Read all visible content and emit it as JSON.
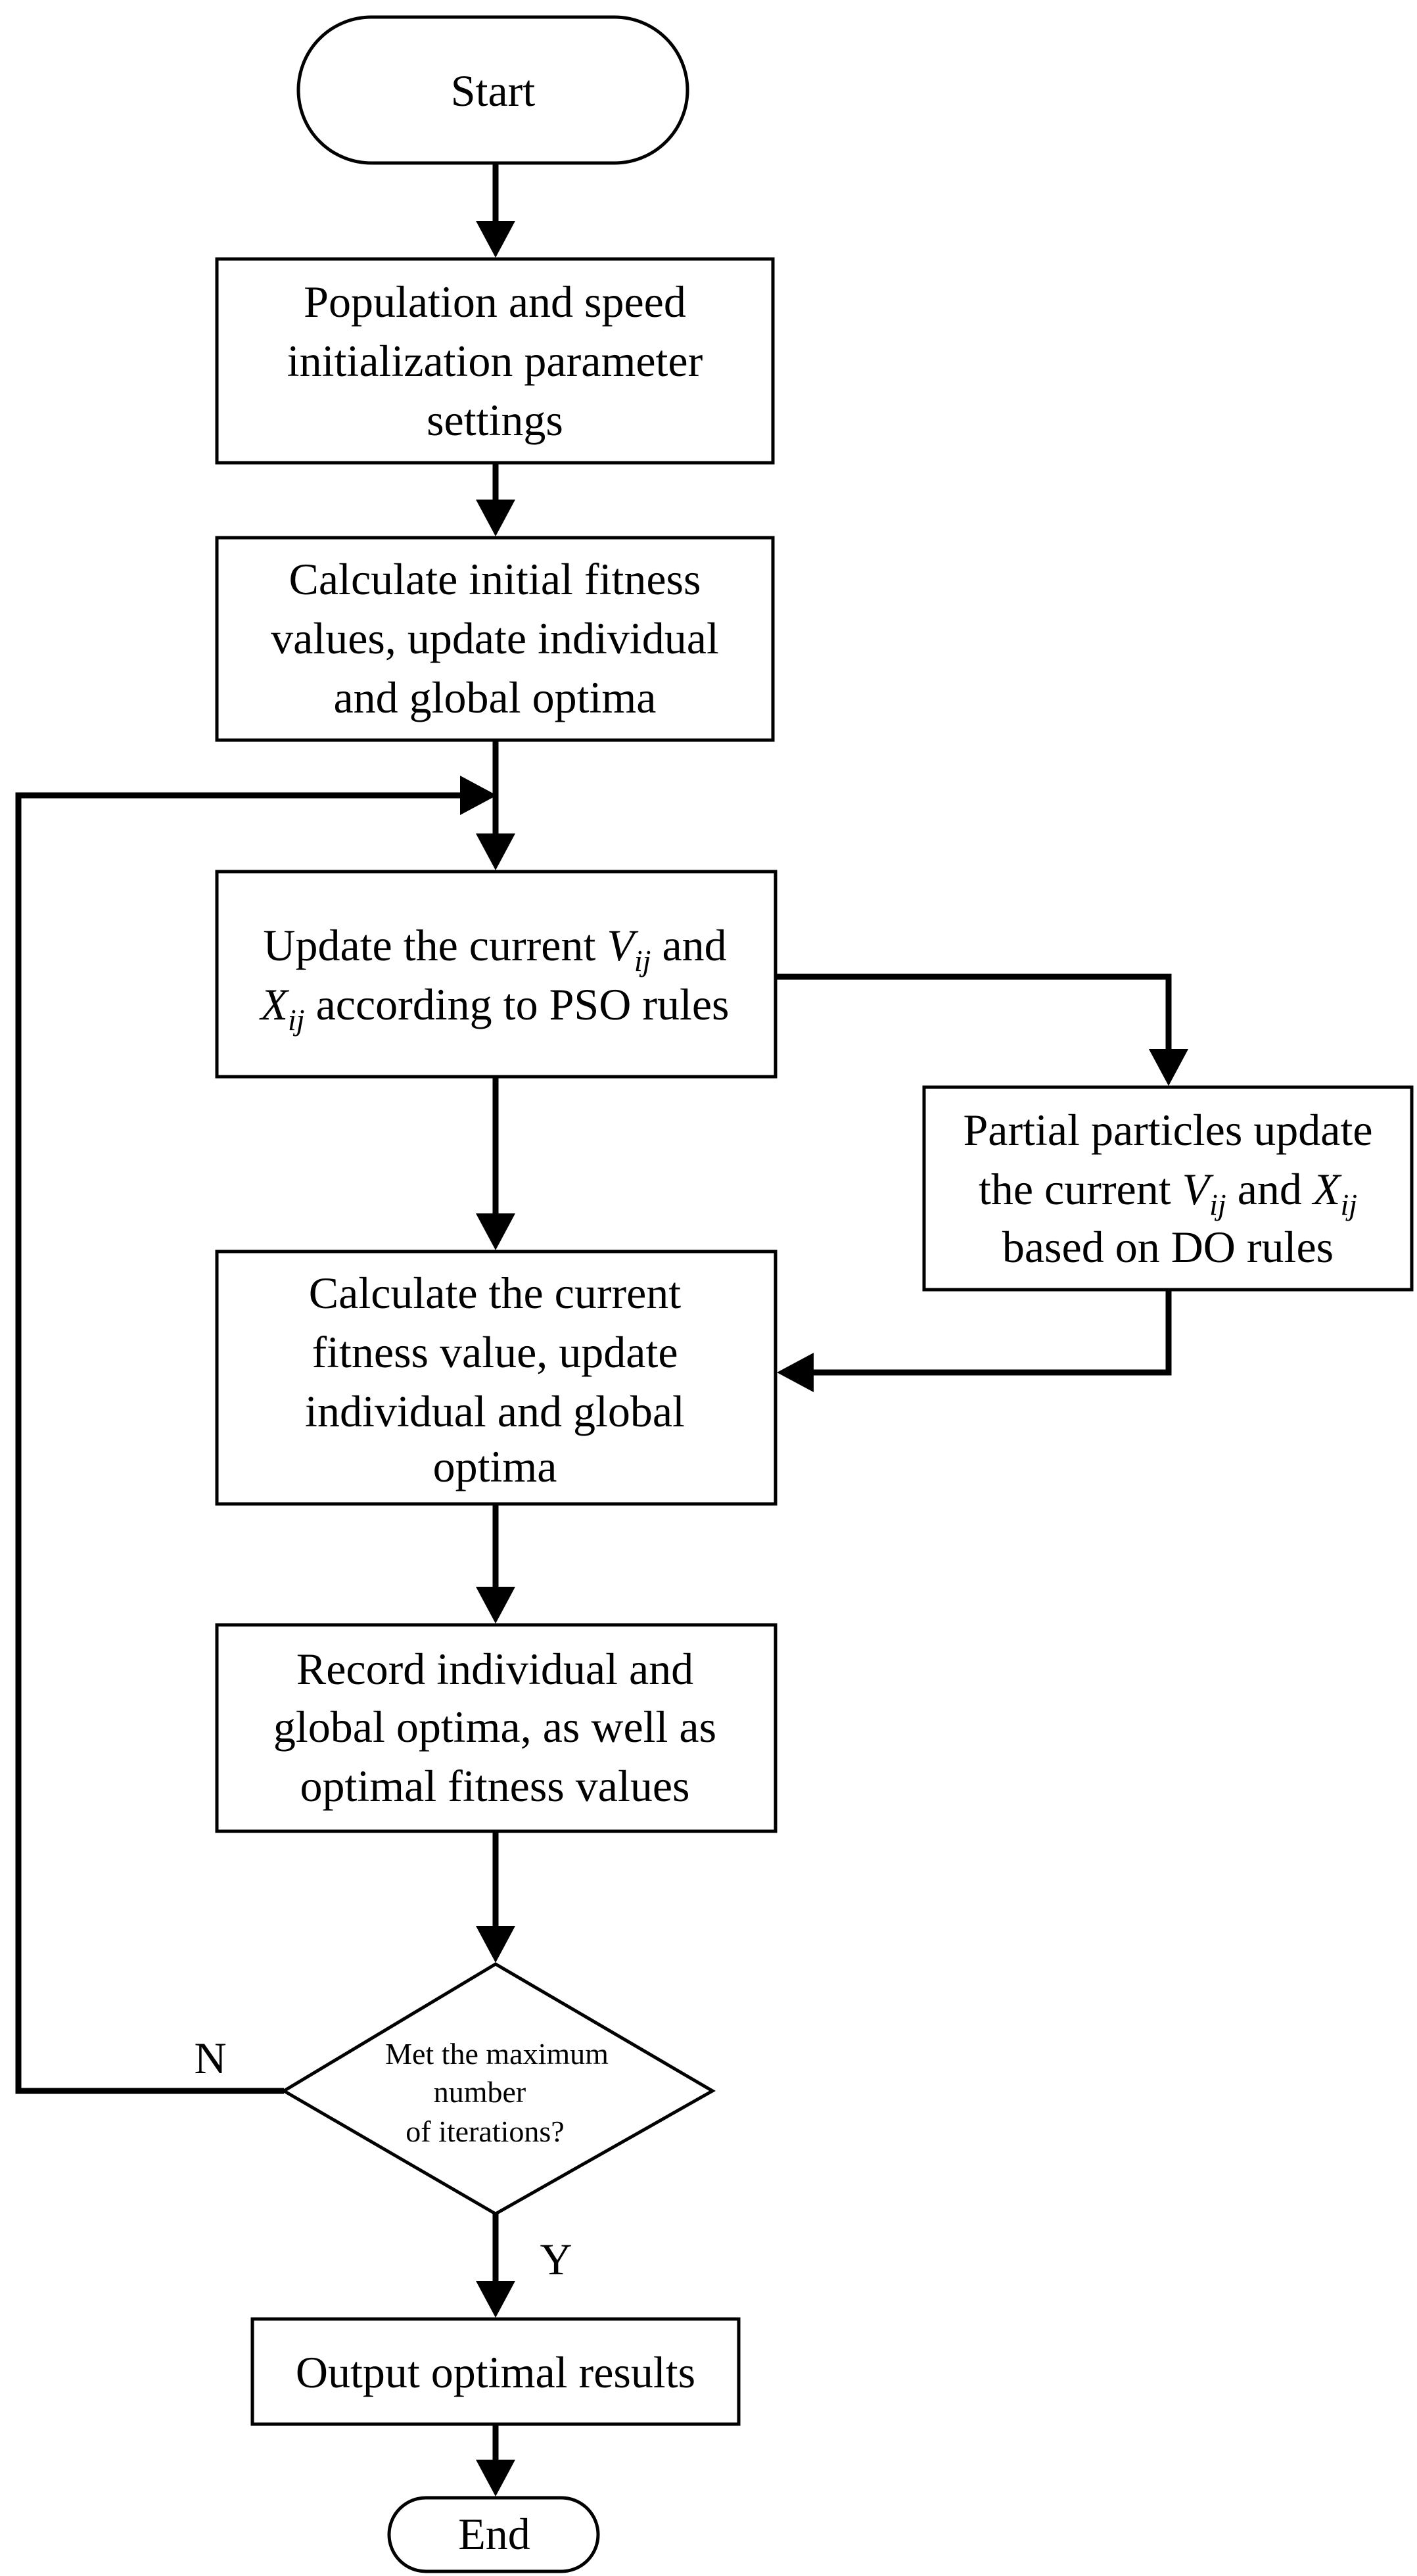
{
  "flowchart": {
    "start": "Start",
    "init_lines": [
      "Population and speed",
      "initialization parameter",
      "settings"
    ],
    "initial_fitness_lines": [
      "Calculate initial fitness",
      "values, update individual",
      "and global optima"
    ],
    "pso_update": {
      "line1_prefix": "Update the current ",
      "var_v": "V",
      "var_v_sub": "ij",
      "line1_suffix": " and",
      "var_x": "X",
      "var_x_sub": "ij",
      "line2_suffix": " according to PSO rules"
    },
    "do_update": {
      "line1": "Partial particles update",
      "line2_prefix": "the current ",
      "var_v": "V",
      "var_v_sub": "ij",
      "line2_mid": " and ",
      "var_x": "X",
      "var_x_sub": "ij",
      "line3": "based on DO rules"
    },
    "current_fitness_lines": [
      "Calculate the current",
      "fitness value, update",
      "individual and global",
      "optima"
    ],
    "record_lines": [
      "Record individual and",
      "global optima, as well as",
      "optimal fitness values"
    ],
    "decision_lines": [
      "Met the maximum",
      "number",
      "of iterations?"
    ],
    "no_label": "N",
    "yes_label": "Y",
    "output": "Output optimal results",
    "end": "End"
  }
}
